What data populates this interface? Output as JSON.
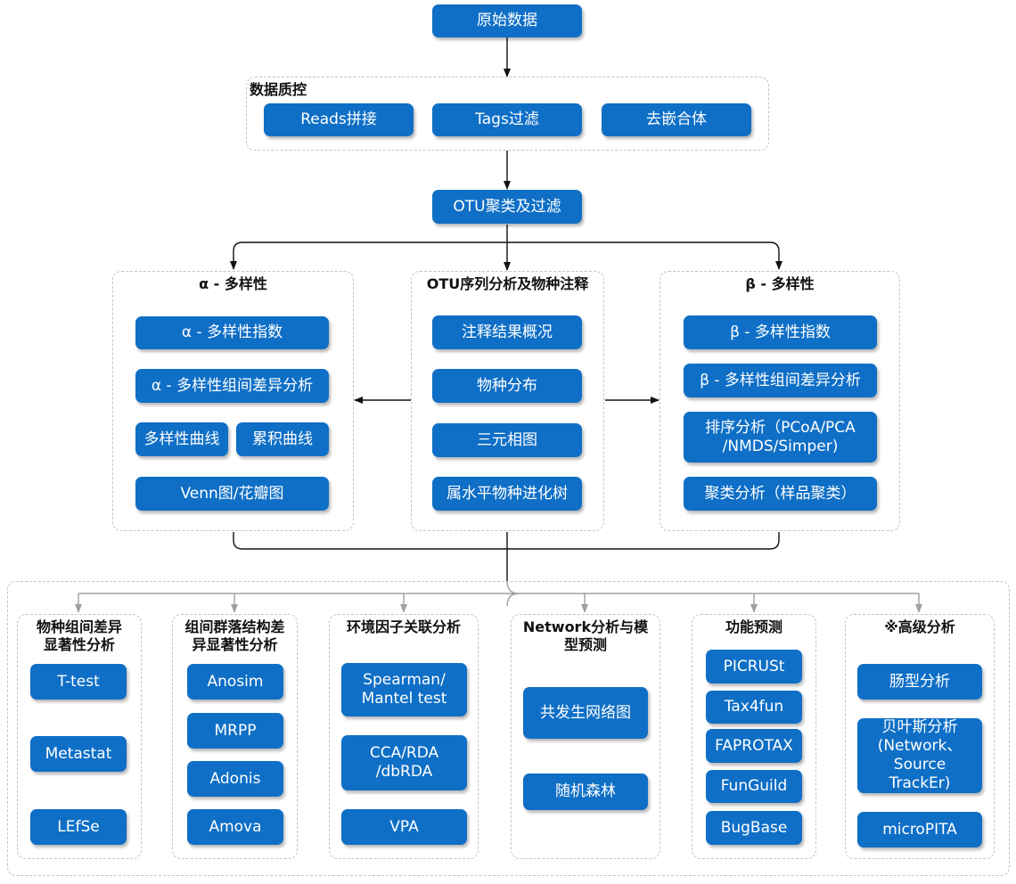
{
  "root": "原始数据",
  "qc": {
    "title": "数据质控",
    "items": [
      "Reads拼接",
      "Tags过滤",
      "去嵌合体"
    ]
  },
  "otu": "OTU聚类及过滤",
  "alpha": {
    "title": "α  - 多样性",
    "items": [
      "α - 多样性指数",
      "α - 多样性组间差异分析",
      "多样性曲线",
      "累积曲线",
      "Venn图/花瓣图"
    ]
  },
  "anno": {
    "title": "OTU序列分析及物种注释",
    "items": [
      "注释结果概况",
      "物种分布",
      "三元相图",
      "属水平物种进化树"
    ]
  },
  "beta": {
    "title": "β - 多样性",
    "items": [
      "β - 多样性指数",
      "β - 多样性组间差异分析",
      "排序分析（PCoA/PCA\n/NMDS/Simper)",
      "聚类分析（样品聚类）"
    ]
  },
  "species_diff": {
    "title": "物种组间差异\n显著性分析",
    "items": [
      "T-test",
      "Metastat",
      "LEfSe"
    ]
  },
  "community_diff": {
    "title": "组间群落结构差\n异显著性分析",
    "items": [
      "Anosim",
      "MRPP",
      "Adonis",
      "Amova"
    ]
  },
  "env": {
    "title": "环境因子关联分析",
    "items": [
      "Spearman/\nMantel test",
      "CCA/RDA\n/dbRDA",
      "VPA"
    ]
  },
  "network": {
    "title": "Network分析与模\n型预测",
    "items": [
      "共发生网络图",
      "随机森林"
    ]
  },
  "function": {
    "title": "功能预测",
    "items": [
      "PICRUSt",
      "Tax4fun",
      "FAPROTAX",
      "FunGuild",
      "BugBase"
    ]
  },
  "advanced": {
    "title": "※高级分析",
    "items": [
      "肠型分析",
      "贝叶斯分析\n(Network、\nSource TrackEr)",
      "microPITA"
    ]
  },
  "colors": {
    "node_fill": "#0f6fc6",
    "node_text": "#ffffff",
    "group_border": "#c4c4c4",
    "connector": "#111111"
  }
}
